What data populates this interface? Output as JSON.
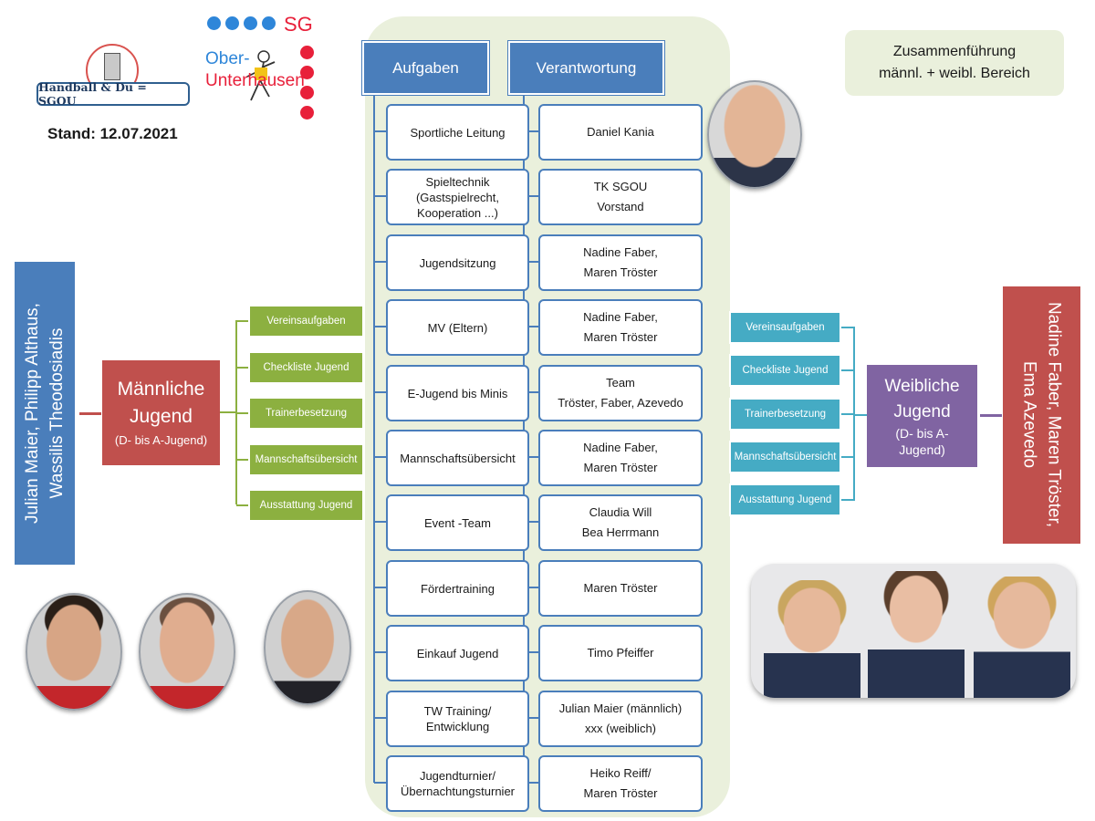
{
  "logo": {
    "text": "Handball & Du = SGOU",
    "stand": "Stand: 12.07.2021"
  },
  "club_logo": {
    "sg": "SG",
    "line1": "Ober-",
    "line2": "Unterhausen"
  },
  "merge_note": {
    "line1": "Zusammenführung",
    "line2": "männl. + weibl. Bereich"
  },
  "headers": {
    "tasks": "Aufgaben",
    "responsibility": "Verantwortung"
  },
  "rows": [
    {
      "task": [
        "Sportliche Leitung"
      ],
      "resp": [
        "Daniel Kania"
      ]
    },
    {
      "task": [
        "Spieltechnik",
        "(Gastspielrecht,",
        "Kooperation ...)"
      ],
      "resp": [
        "TK SGOU",
        "Vorstand"
      ]
    },
    {
      "task": [
        "Jugendsitzung"
      ],
      "resp": [
        "Nadine Faber,",
        "Maren Tröster"
      ]
    },
    {
      "task": [
        "MV (Eltern)"
      ],
      "resp": [
        "Nadine Faber,",
        "Maren Tröster"
      ]
    },
    {
      "task": [
        "E-Jugend bis Minis"
      ],
      "resp": [
        "Team",
        "Tröster, Faber, Azevedo"
      ]
    },
    {
      "task": [
        "Mannschaftsübersicht"
      ],
      "resp": [
        "Nadine Faber,",
        "Maren Tröster"
      ]
    },
    {
      "task": [
        "Event -Team"
      ],
      "resp": [
        "Claudia Will",
        "Bea Herrmann"
      ]
    },
    {
      "task": [
        "Fördertraining"
      ],
      "resp": [
        "Maren Tröster"
      ]
    },
    {
      "task": [
        "Einkauf Jugend"
      ],
      "resp": [
        "Timo Pfeiffer"
      ]
    },
    {
      "task": [
        "TW Training/",
        "Entwicklung"
      ],
      "resp": [
        "Julian Maier (männlich)",
        "xxx (weiblich)"
      ]
    },
    {
      "task": [
        "Jugendturnier/",
        "Übernachtungsturnier"
      ],
      "resp": [
        "Heiko Reiff/",
        "Maren Tröster"
      ]
    }
  ],
  "male": {
    "title_line1": "Männliche",
    "title_line2": "Jugend",
    "subtitle": "(D- bis A-Jugend)",
    "people_line1": "Julian Maier, Philipp Althaus,",
    "people_line2": "Wassilis Theodosiadis",
    "subtasks": [
      "Vereinsaufgaben",
      "Checkliste Jugend",
      "Trainerbesetzung",
      "Mannschaftsübersicht",
      "Ausstattung Jugend"
    ]
  },
  "female": {
    "title_line1": "Weibliche",
    "title_line2": "Jugend",
    "subtitle_line1": "(D- bis A-",
    "subtitle_line2": "Jugend)",
    "people_line1": "Nadine Faber,  Maren Tröster,",
    "people_line2": "Ema Azevedo",
    "subtasks": [
      "Vereinsaufgaben",
      "Checkliste Jugend",
      "Trainerbesetzung",
      "Mannschaftsübersicht",
      "Ausstattung Jugend"
    ]
  },
  "colors": {
    "blue": "#4a7ebb",
    "green": "#8cb040",
    "teal": "#45abc4",
    "purple": "#8064a2",
    "red": "#c0504d",
    "center_bg": "#eaf0dc"
  }
}
